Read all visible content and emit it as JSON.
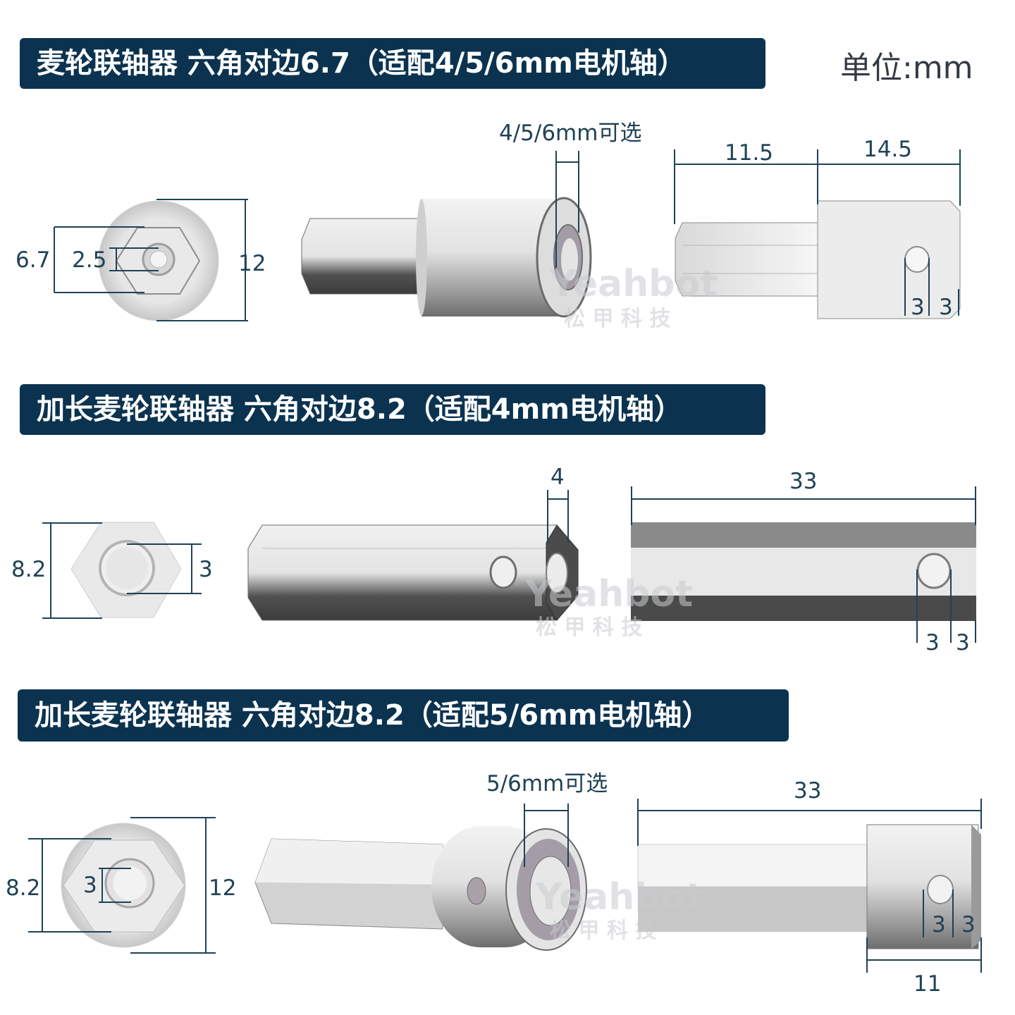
{
  "unit_label": "单位:mm",
  "sections": [
    {
      "title": "麦轮联轴器 六角对边6.7（适配4/5/6mm电机轴）",
      "dims": {
        "hex_across": "6.7",
        "inner_hex": "2.5",
        "outer_dia": "12",
        "bore_note": "4/5/6mm可选",
        "len_shaft": "11.5",
        "len_body": "14.5",
        "hole_a": "3",
        "hole_b": "3"
      }
    },
    {
      "title": "加长麦轮联轴器 六角对边8.2（适配4mm电机轴）",
      "dims": {
        "hex_across": "8.2",
        "bore": "3",
        "bore_note": "4",
        "length": "33",
        "hole_a": "3",
        "hole_b": "3"
      }
    },
    {
      "title": "加长麦轮联轴器 六角对边8.2（适配5/6mm电机轴）",
      "dims": {
        "hex_across": "8.2",
        "inner_hex": "3",
        "outer_dia": "12",
        "bore_note": "5/6mm可选",
        "length": "33",
        "hole_a": "3",
        "hole_b": "3",
        "body_len": "11"
      }
    }
  ],
  "watermark": {
    "brand": "Yeahbot",
    "sub": "松 甲 科 技"
  }
}
